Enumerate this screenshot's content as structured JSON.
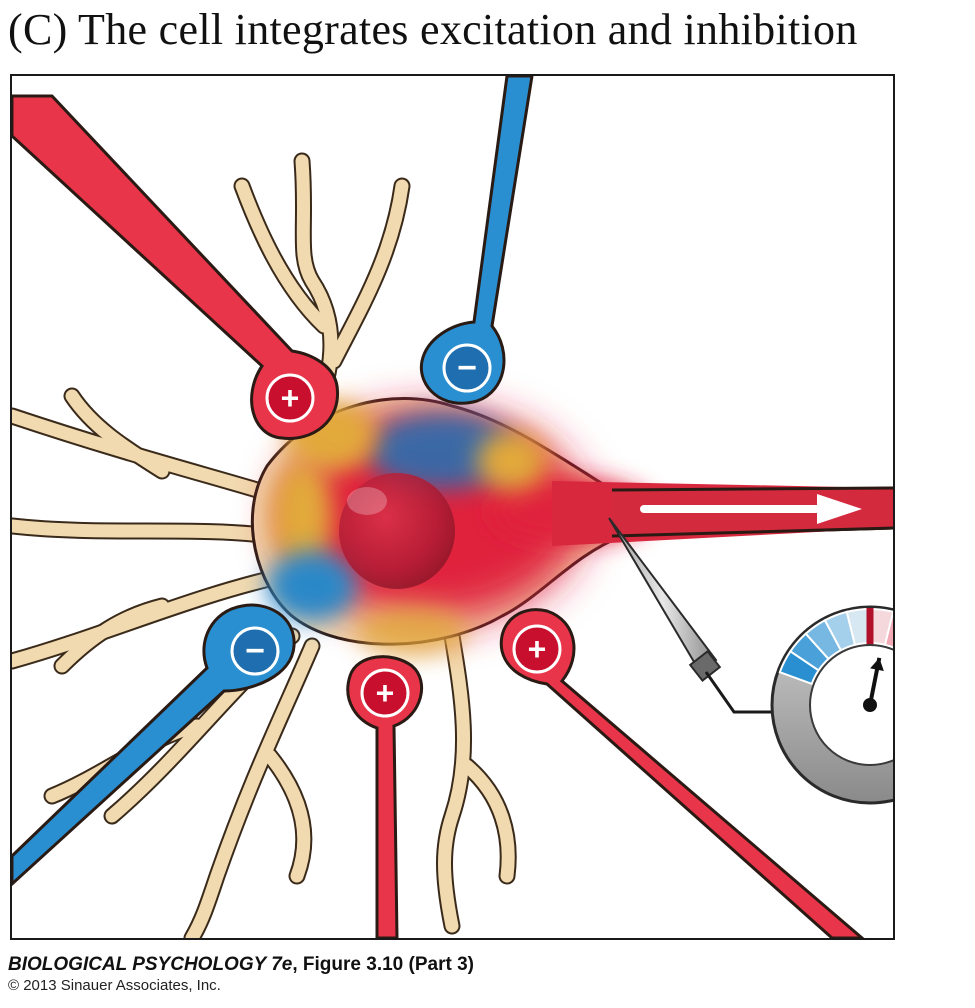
{
  "title": "(C)  The cell integrates excitation and inhibition",
  "synapse_signs": {
    "excitatory": "+",
    "inhibitory": "−"
  },
  "caption": {
    "book": "BIOLOGICAL PSYCHOLOGY 7e",
    "figure": ", Figure 3.10 (Part 3)",
    "copyright": "© 2013 Sinauer Associates, Inc."
  },
  "colors": {
    "excitatory": "#e8354a",
    "excitatory_dark": "#c8102e",
    "inhibitory": "#2a8fd0",
    "dendrite": "#f1d9b0",
    "dendrite_outline": "#3a2a1a",
    "soma_red": "#e0203c",
    "soma_yellow": "#e2a93a",
    "soma_blue": "#2b88c8",
    "meter_rim": "#9a9a9a"
  },
  "meter": {
    "needle_level": 0.58
  }
}
